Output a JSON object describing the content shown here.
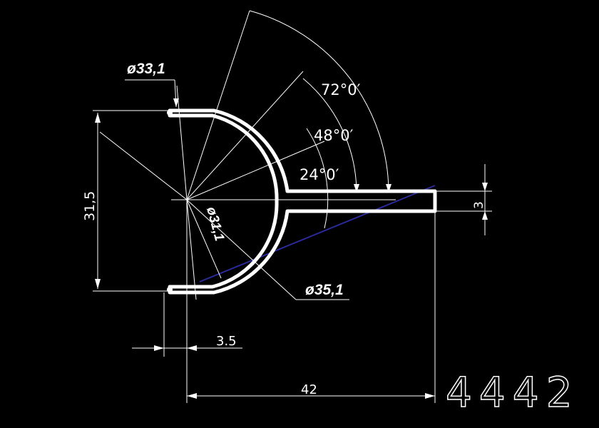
{
  "drawing": {
    "dimensions": {
      "outer_diameter_top": "ø33,1",
      "angle_72": "72°0′",
      "angle_48": "48°0′",
      "angle_24": "24°0′",
      "height": "31,5",
      "flange_thickness": "3",
      "inner_diameter": "ø31,1",
      "outer_diameter": "ø35,1",
      "lip_width": "3.5",
      "total_length": "42"
    },
    "part_number": "4442"
  }
}
